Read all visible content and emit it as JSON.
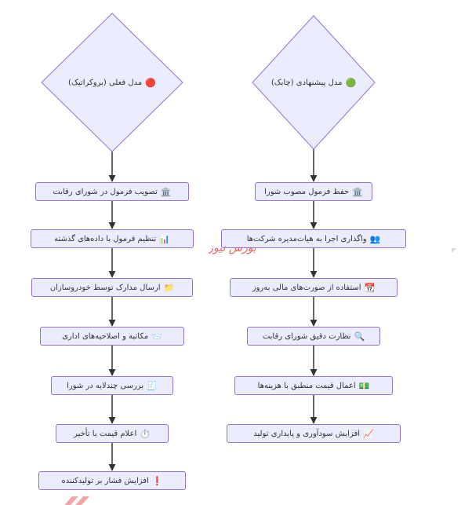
{
  "flows": [
    {
      "id": "current",
      "title": "مدل فعلی (بروکراتیک)",
      "title_icon": "red-circle-icon",
      "title_emoji": "🔴",
      "steps": [
        {
          "label": "تصویب فرمول در شورای رقابت",
          "icon": "classical-building-icon",
          "emoji": "🏛️"
        },
        {
          "label": "تنظیم فرمول با داده‌های گذشته",
          "icon": "bar-chart-icon",
          "emoji": "📊"
        },
        {
          "label": "ارسال مدارک توسط خودروسازان",
          "icon": "folder-icon",
          "emoji": "📁"
        },
        {
          "label": "مکاتبه و اصلاحیه‌های اداری",
          "icon": "envelope-icon",
          "emoji": "📨"
        },
        {
          "label": "بررسی چندلایه در شورا",
          "icon": "receipt-icon",
          "emoji": "🧾"
        },
        {
          "label": "اعلام قیمت با تأخیر",
          "icon": "stopwatch-icon",
          "emoji": "⏱️"
        },
        {
          "label": "افزایش فشار بر تولیدکننده",
          "icon": "exclamation-icon",
          "emoji": "❗"
        }
      ]
    },
    {
      "id": "proposed",
      "title": "مدل پیشنهادی (چابک)",
      "title_icon": "green-circle-icon",
      "title_emoji": "🟢",
      "steps": [
        {
          "label": "حفظ فرمول مصوب شورا",
          "icon": "classical-building-icon",
          "emoji": "🏛️"
        },
        {
          "label": "واگذاری اجرا به هیات‌مدیره شرکت‌ها",
          "icon": "people-icon",
          "emoji": "👥"
        },
        {
          "label": "استفاده از صورت‌های مالی به‌روز",
          "icon": "calendar-icon",
          "emoji": "📆"
        },
        {
          "label": "نظارت دقیق شورای رقابت",
          "icon": "magnifier-icon",
          "emoji": "🔍"
        },
        {
          "label": "اعمال قیمت منطبق با هزینه‌ها",
          "icon": "money-icon",
          "emoji": "💵"
        },
        {
          "label": "افزایش سودآوری و پایداری تولید",
          "icon": "chart-increasing-icon",
          "emoji": "📈"
        }
      ]
    }
  ],
  "watermark": {
    "text": "بورس نیوز",
    "color": "#e0303a"
  },
  "colors": {
    "node_fill": "#ececff",
    "node_stroke": "#9370db",
    "edge": "#333333",
    "text": "#333333"
  }
}
